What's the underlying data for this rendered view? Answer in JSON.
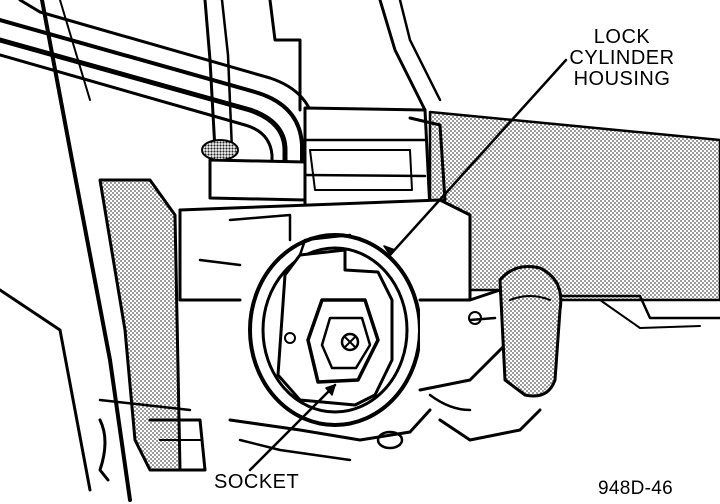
{
  "labels": {
    "lock_cylinder_housing": "LOCK\nCYLINDER\nHOUSING",
    "socket": "SOCKET",
    "figure_number": "948D-46"
  },
  "colors": {
    "ink": "#000000",
    "paper": "#ffffff",
    "screen_tone": "#bdbdbd"
  }
}
